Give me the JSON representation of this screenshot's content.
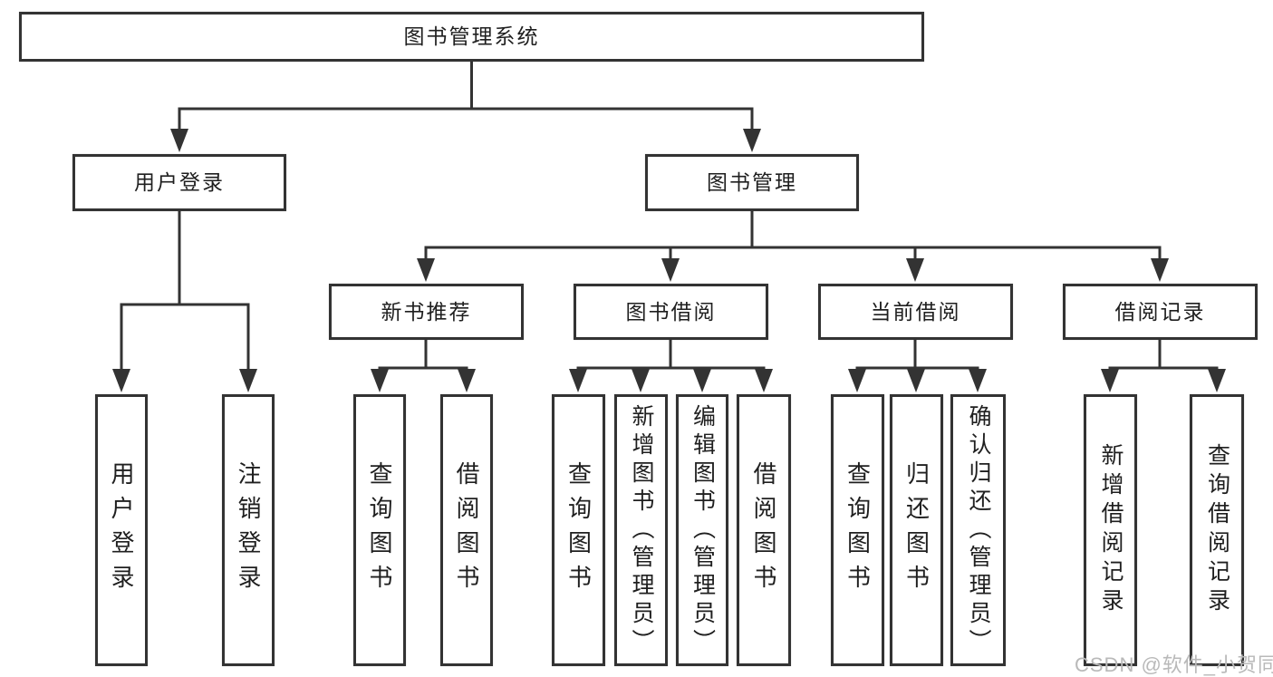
{
  "diagram": {
    "root": {
      "label": "图书管理系统"
    },
    "level2": [
      {
        "label": "用户登录"
      },
      {
        "label": "图书管理"
      }
    ],
    "level3": [
      {
        "label": "新书推荐"
      },
      {
        "label": "图书借阅"
      },
      {
        "label": "当前借阅"
      },
      {
        "label": "借阅记录"
      }
    ],
    "leaves": {
      "user_login": [
        "用户登录",
        "注销登录"
      ],
      "new_books": [
        "查询图书",
        "借阅图书"
      ],
      "book_borrow": [
        "查询图书",
        "新增图书（管理员）",
        "编辑图书（管理员）",
        "借阅图书"
      ],
      "current_borrow": [
        "查询图书",
        "归还图书",
        "确认归还（管理员）"
      ],
      "borrow_records": [
        "新增借阅记录",
        "查询借阅记录"
      ]
    }
  },
  "watermark": {
    "text": "CSDN @软件_小贺同学"
  },
  "colors": {
    "line": "#333333",
    "text": "#1f1f1f",
    "watermark": "#b9b9b9",
    "background": "#ffffff"
  }
}
